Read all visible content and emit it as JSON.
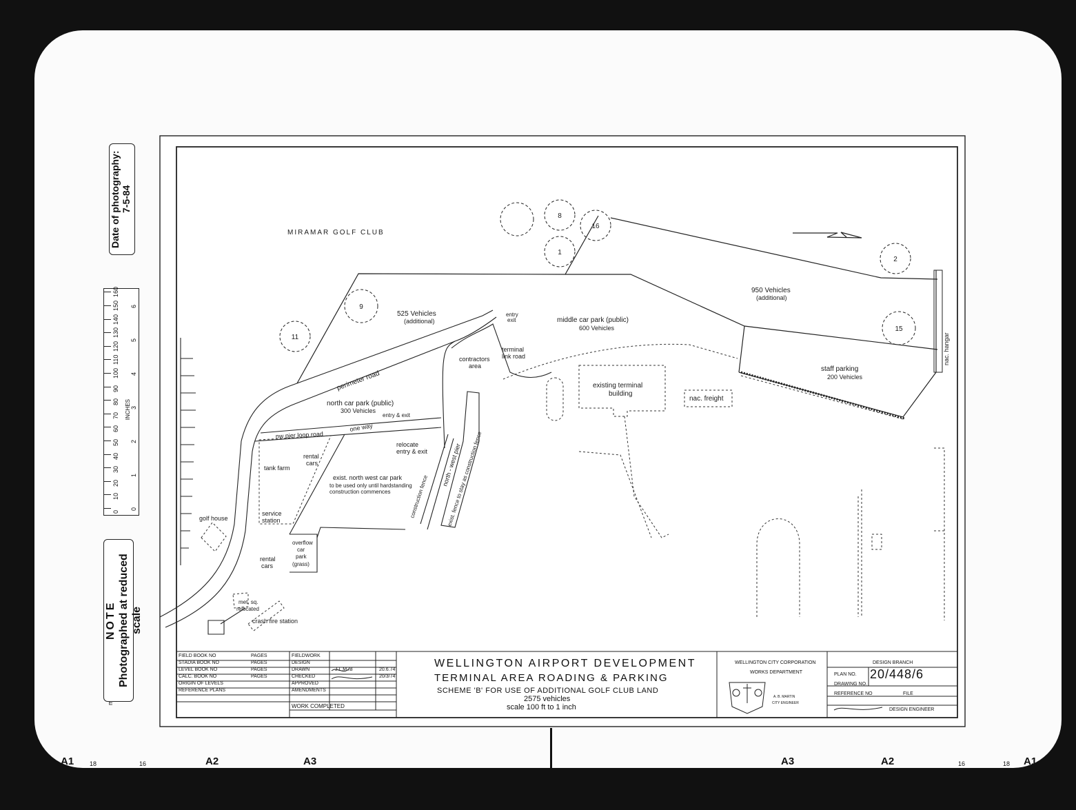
{
  "stamps": {
    "date_label": "Date of photography:",
    "date_value": "7-5-84",
    "note_title": "NOTE",
    "note_text": "Photographed at reduced scale"
  },
  "ruler": {
    "mm_label": "mm",
    "inches_label": "INCHES",
    "mm_ticks": [
      "0",
      "10",
      "20",
      "30",
      "40",
      "50",
      "60",
      "70",
      "80",
      "90",
      "100",
      "110",
      "120",
      "130",
      "140",
      "150",
      "160"
    ],
    "inch_ticks": [
      "0",
      "1",
      "2",
      "3",
      "4",
      "5",
      "6"
    ]
  },
  "map": {
    "golf_club": "MIRAMAR GOLF CLUB",
    "holes": [
      "8",
      "16",
      "1",
      "2",
      "9",
      "11",
      "15"
    ],
    "areas": {
      "v525": "525 Vehicles",
      "v525_sub": "(additional)",
      "v950": "950 Vehicles",
      "v950_sub": "(additional)",
      "middle": "middle car park (public)",
      "middle_sub": "600 Vehicles",
      "north": "north car park (public)",
      "north_sub": "300 Vehicles",
      "staff": "staff parking",
      "staff_sub": "200 Vehicles",
      "existing_terminal": "existing terminal",
      "existing_terminal_2": "building",
      "nac_freight": "nac. freight",
      "nac_hangar": "nac. hangar",
      "entry": "entry",
      "exit": "exit",
      "terminal_link": "terminal",
      "terminal_link_2": "link road",
      "contractors": "contractors",
      "contractors_2": "area",
      "perimeter_road": "perimeter road",
      "entry_exit": "entry & exit",
      "one_way": "one way",
      "nw_pier_loop": "nw pier loop road",
      "relocate": "relocate",
      "relocate_2": "entry & exit",
      "tank_farm": "tank farm",
      "rental_cars_1": "rental",
      "rental_cars_1b": "cars",
      "exist_nw_car_park": "exist. north west car park",
      "exist_nw_note_1": "to be used only until hardstanding",
      "exist_nw_note_2": "construction commences",
      "north_west_pier": "north - west pier",
      "construction_fence": "construction fence",
      "exist_fence": "exist. fence to stay as construction fence",
      "golf_house": "golf house",
      "service": "service",
      "station": "station",
      "rental_cars_2": "rental",
      "rental_cars_2b": "cars",
      "overflow_1": "overflow",
      "overflow_2": "car",
      "overflow_3": "park",
      "overflow_4": "(grass)",
      "met_sq_1": "met. sq.",
      "met_sq_2": "relocated",
      "crash_fire": "crash fire station"
    }
  },
  "title_block": {
    "left_rows": [
      {
        "label": "FIELD BOOK NO",
        "pages": "PAGES",
        "right": "FIELDWORK",
        "init": "",
        "date": ""
      },
      {
        "label": "STADIA BOOK NO",
        "pages": "PAGES",
        "right": "DESIGN",
        "init": "",
        "date": ""
      },
      {
        "label": "LEVEL BOOK NO",
        "pages": "PAGES",
        "right": "DRAWN",
        "init": "J.L.M./B",
        "date": "20.6.74"
      },
      {
        "label": "CALC. BOOK NO",
        "pages": "PAGES",
        "right": "CHECKED",
        "init": "",
        "date": "20/3/74"
      },
      {
        "label": "ORIGIN OF LEVELS",
        "pages": "",
        "right": "APPROVED",
        "init": "",
        "date": ""
      },
      {
        "label": "REFERENCE PLANS",
        "pages": "",
        "right": "AMENDMENTS",
        "init": "",
        "date": ""
      }
    ],
    "work_completed": "WORK COMPLETED",
    "title_1": "WELLINGTON AIRPORT DEVELOPMENT",
    "title_2": "TERMINAL AREA ROADING & PARKING",
    "title_3": "SCHEME 'B' FOR USE OF ADDITIONAL GOLF CLUB LAND",
    "title_4": "2575 vehicles",
    "title_5": "scale 100 ft to 1 inch",
    "corp_1": "WELLINGTON CITY CORPORATION",
    "corp_2": "WORKS DEPARTMENT",
    "engineer_name": "A. B. MARTIN",
    "engineer_title": "CITY ENGINEER",
    "design_branch": "DESIGN BRANCH",
    "plan_no_label": "PLAN NO.",
    "plan_no_value": "20/448/6",
    "drawing_no_label": "DRAWING NO.",
    "reference_no_label": "REFERENCE NO",
    "file_label": "FILE",
    "design_engineer": "DESIGN ENGINEER"
  },
  "frame_labels": {
    "left": [
      "A1",
      "18",
      "16",
      "A2",
      "A3"
    ],
    "right": [
      "A3",
      "A2",
      "16",
      "18",
      "A1"
    ]
  }
}
